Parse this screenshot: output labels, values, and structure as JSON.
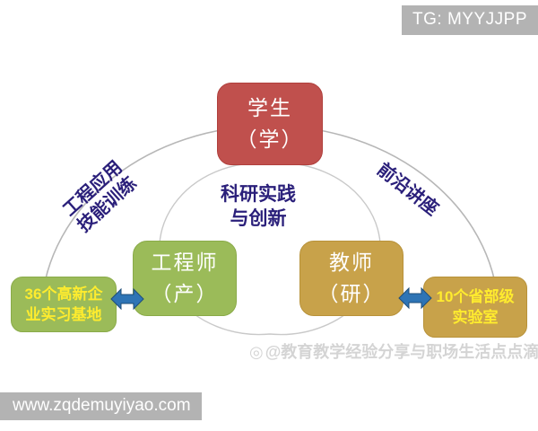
{
  "diagram": {
    "title_hidden": "",
    "nodes": {
      "student": {
        "line1": "学生",
        "line2": "（学）",
        "color": "#c0504d"
      },
      "engineer": {
        "line1": "工程师",
        "line2": "（产）",
        "color": "#9bbb59"
      },
      "teacher": {
        "line1": "教师",
        "line2": "（研）",
        "color": "#c8a24a"
      },
      "bases": {
        "line1": "36个高新企",
        "line2": "业实习基地",
        "color": "#9bbb59",
        "text_color": "#ffec2e"
      },
      "labs": {
        "line1": "10个省部级",
        "line2": "实验室",
        "color": "#c8a24a",
        "text_color": "#ffec2e"
      }
    },
    "labels": {
      "left": {
        "line1": "工程应用",
        "line2": "技能训练"
      },
      "center": {
        "line1": "科研实践",
        "line2": "与创新"
      },
      "right": {
        "line1": "前沿讲座"
      }
    },
    "connectors": {
      "left_arrow": "double-headed-arrow",
      "right_arrow": "double-headed-arrow",
      "arrow_color": "#2e74b5"
    },
    "arc_color": "#b7b7b7"
  },
  "overlays": {
    "tag_banner": "TG: MYYJJPP",
    "url_banner": "www.zqdemuyiyao.com",
    "watermark": "@教育教学经验分享与职场生活点点滴"
  }
}
